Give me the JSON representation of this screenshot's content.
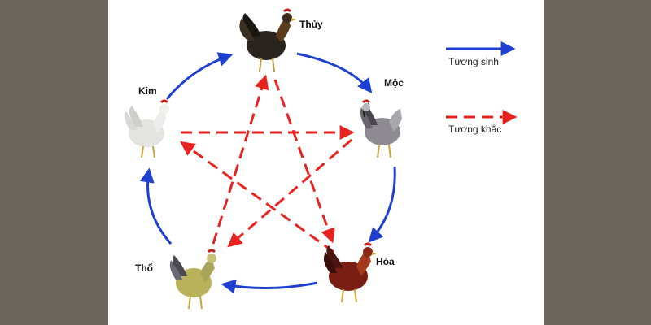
{
  "elements": {
    "water": {
      "label": "Thủy",
      "rooster": "dark-rooster-icon"
    },
    "wood": {
      "label": "Mộc",
      "rooster": "grey-rooster-icon"
    },
    "fire": {
      "label": "Hỏa",
      "rooster": "red-rooster-icon"
    },
    "earth": {
      "label": "Thổ",
      "rooster": "yellow-rooster-icon"
    },
    "metal": {
      "label": "Kim",
      "rooster": "white-rooster-icon"
    }
  },
  "legend": {
    "generating": {
      "label": "Tương sinh",
      "color": "#1f3fd1"
    },
    "overcoming": {
      "label": "Tương khắc",
      "color": "#e8231f"
    }
  }
}
